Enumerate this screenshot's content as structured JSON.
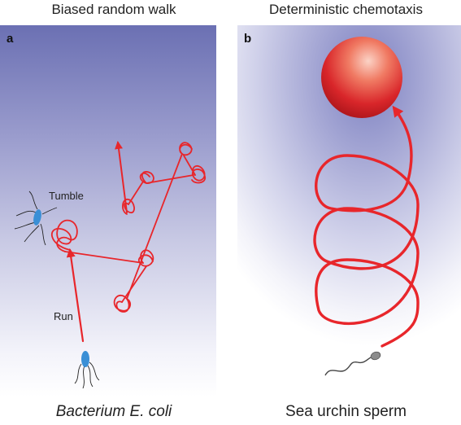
{
  "titles": {
    "left": "Biased random walk",
    "right": "Deterministic chemotaxis"
  },
  "panels": {
    "a": {
      "letter": "a",
      "tumble_label": "Tumble",
      "run_label": "Run",
      "caption": "Bacterium E. coli"
    },
    "b": {
      "letter": "b",
      "caption": "Sea urchin sperm"
    }
  },
  "colors": {
    "path": "#e8262b",
    "bacterium": "#3a8fd6",
    "sphere": "#e8262b"
  }
}
